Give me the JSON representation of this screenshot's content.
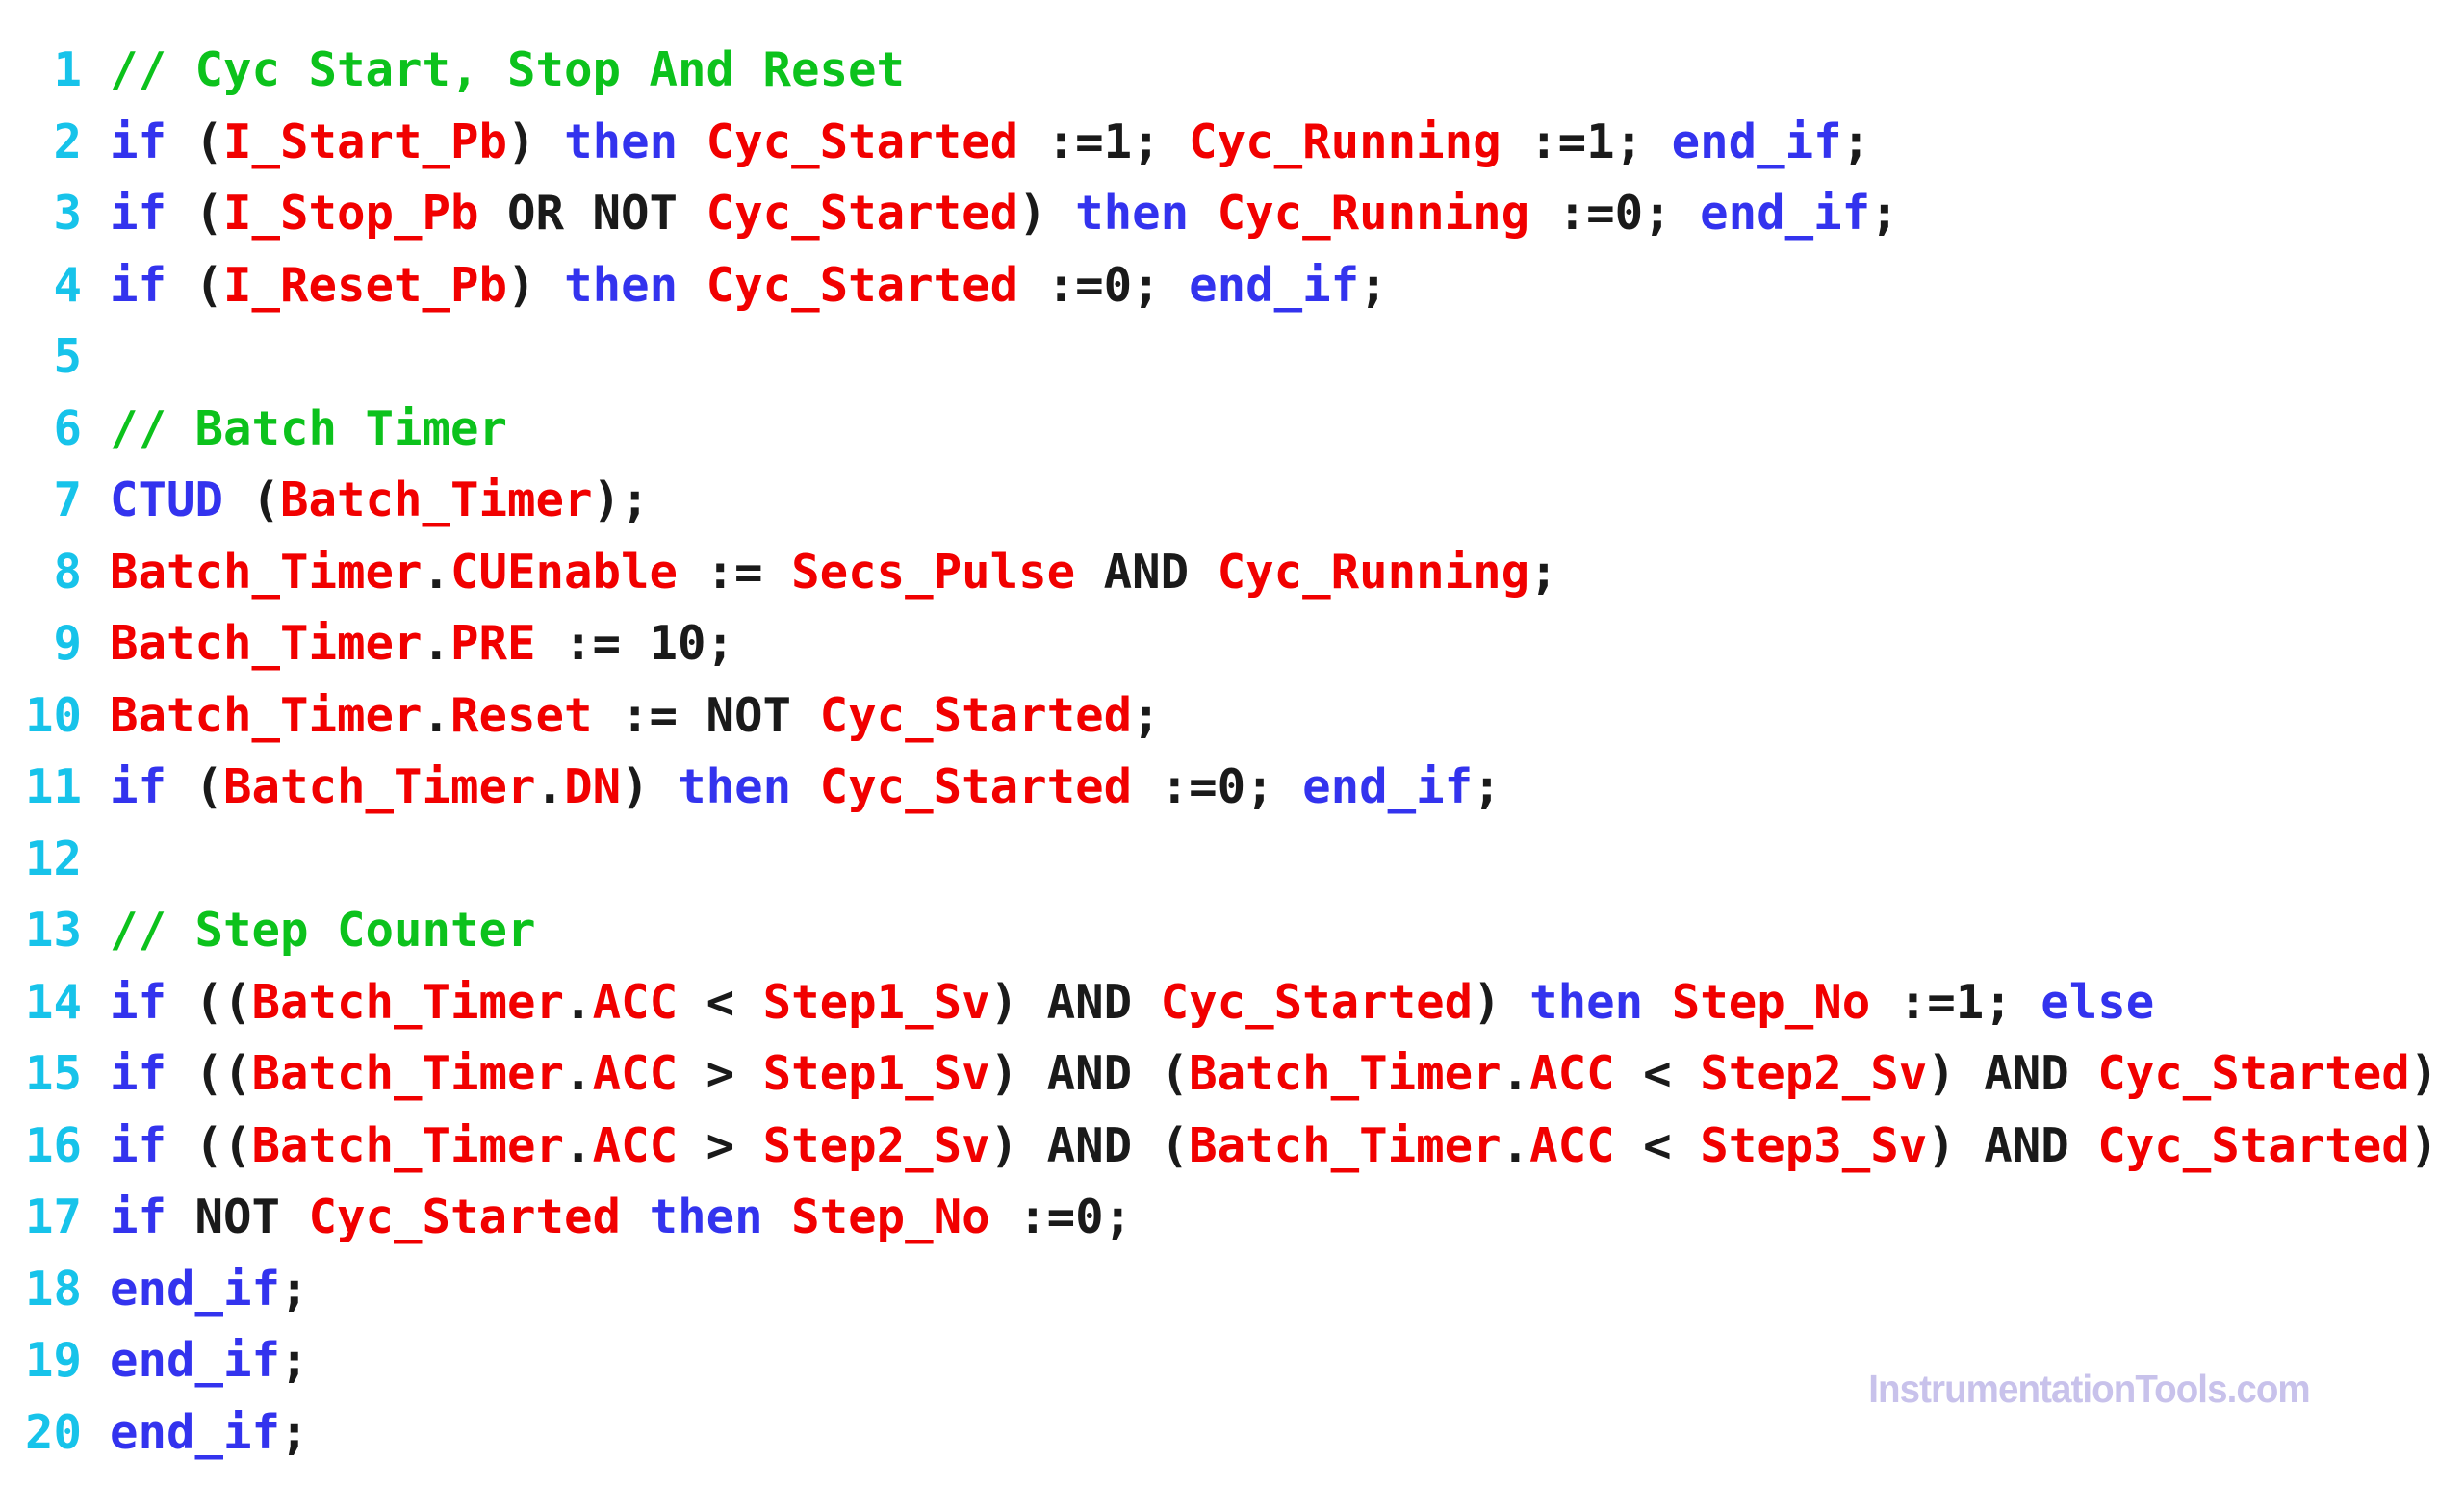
{
  "watermark": {
    "text": "InstrumentationTools.com"
  },
  "colors": {
    "background": "#ffffff",
    "line_number": "#17c3ea",
    "keyword": "#3333ee",
    "variable": "#f10000",
    "comment": "#0cc21c",
    "plain": "#1a1a1a",
    "watermark": "#c8c2eb"
  },
  "code": {
    "language": "structured-text",
    "lines": [
      {
        "num": "1",
        "tokens": [
          {
            "text": "// Cyc Start, Stop And Reset",
            "type": "comment"
          }
        ]
      },
      {
        "num": "2",
        "tokens": [
          {
            "text": "if",
            "type": "keyword"
          },
          {
            "text": " (",
            "type": "plain"
          },
          {
            "text": "I_Start_Pb",
            "type": "variable"
          },
          {
            "text": ") ",
            "type": "plain"
          },
          {
            "text": "then",
            "type": "keyword"
          },
          {
            "text": " ",
            "type": "plain"
          },
          {
            "text": "Cyc_Started",
            "type": "variable"
          },
          {
            "text": " :=1; ",
            "type": "plain"
          },
          {
            "text": "Cyc_Running",
            "type": "variable"
          },
          {
            "text": " :=1; ",
            "type": "plain"
          },
          {
            "text": "end_if",
            "type": "keyword"
          },
          {
            "text": ";",
            "type": "plain"
          }
        ]
      },
      {
        "num": "3",
        "tokens": [
          {
            "text": "if",
            "type": "keyword"
          },
          {
            "text": " (",
            "type": "plain"
          },
          {
            "text": "I_Stop_Pb",
            "type": "variable"
          },
          {
            "text": " OR NOT ",
            "type": "plain"
          },
          {
            "text": "Cyc_Started",
            "type": "variable"
          },
          {
            "text": ") ",
            "type": "plain"
          },
          {
            "text": "then",
            "type": "keyword"
          },
          {
            "text": " ",
            "type": "plain"
          },
          {
            "text": "Cyc_Running",
            "type": "variable"
          },
          {
            "text": " :=0; ",
            "type": "plain"
          },
          {
            "text": "end_if",
            "type": "keyword"
          },
          {
            "text": ";",
            "type": "plain"
          }
        ]
      },
      {
        "num": "4",
        "tokens": [
          {
            "text": "if",
            "type": "keyword"
          },
          {
            "text": " (",
            "type": "plain"
          },
          {
            "text": "I_Reset_Pb",
            "type": "variable"
          },
          {
            "text": ") ",
            "type": "plain"
          },
          {
            "text": "then",
            "type": "keyword"
          },
          {
            "text": " ",
            "type": "plain"
          },
          {
            "text": "Cyc_Started",
            "type": "variable"
          },
          {
            "text": " :=0; ",
            "type": "plain"
          },
          {
            "text": "end_if",
            "type": "keyword"
          },
          {
            "text": ";",
            "type": "plain"
          }
        ]
      },
      {
        "num": "5",
        "tokens": []
      },
      {
        "num": "6",
        "tokens": [
          {
            "text": "// Batch Timer",
            "type": "comment"
          }
        ]
      },
      {
        "num": "7",
        "tokens": [
          {
            "text": "CTUD",
            "type": "keyword"
          },
          {
            "text": " (",
            "type": "plain"
          },
          {
            "text": "Batch_Timer",
            "type": "variable"
          },
          {
            "text": ");",
            "type": "plain"
          }
        ]
      },
      {
        "num": "8",
        "tokens": [
          {
            "text": "Batch_Timer",
            "type": "variable"
          },
          {
            "text": ".",
            "type": "plain"
          },
          {
            "text": "CUEnable",
            "type": "variable"
          },
          {
            "text": " := ",
            "type": "plain"
          },
          {
            "text": "Secs_Pulse",
            "type": "variable"
          },
          {
            "text": " AND ",
            "type": "plain"
          },
          {
            "text": "Cyc_Running",
            "type": "variable"
          },
          {
            "text": ";",
            "type": "plain"
          }
        ]
      },
      {
        "num": "9",
        "tokens": [
          {
            "text": "Batch_Timer",
            "type": "variable"
          },
          {
            "text": ".",
            "type": "plain"
          },
          {
            "text": "PRE",
            "type": "variable"
          },
          {
            "text": " := 10;",
            "type": "plain"
          }
        ]
      },
      {
        "num": "10",
        "tokens": [
          {
            "text": "Batch_Timer",
            "type": "variable"
          },
          {
            "text": ".",
            "type": "plain"
          },
          {
            "text": "Reset",
            "type": "variable"
          },
          {
            "text": " := NOT ",
            "type": "plain"
          },
          {
            "text": "Cyc_Started",
            "type": "variable"
          },
          {
            "text": ";",
            "type": "plain"
          }
        ]
      },
      {
        "num": "11",
        "tokens": [
          {
            "text": "if",
            "type": "keyword"
          },
          {
            "text": " (",
            "type": "plain"
          },
          {
            "text": "Batch_Timer",
            "type": "variable"
          },
          {
            "text": ".",
            "type": "plain"
          },
          {
            "text": "DN",
            "type": "variable"
          },
          {
            "text": ") ",
            "type": "plain"
          },
          {
            "text": "then",
            "type": "keyword"
          },
          {
            "text": " ",
            "type": "plain"
          },
          {
            "text": "Cyc_Started",
            "type": "variable"
          },
          {
            "text": " :=0; ",
            "type": "plain"
          },
          {
            "text": "end_if",
            "type": "keyword"
          },
          {
            "text": ";",
            "type": "plain"
          }
        ]
      },
      {
        "num": "12",
        "tokens": []
      },
      {
        "num": "13",
        "tokens": [
          {
            "text": "// Step Counter",
            "type": "comment"
          }
        ]
      },
      {
        "num": "14",
        "tokens": [
          {
            "text": "if",
            "type": "keyword"
          },
          {
            "text": " ((",
            "type": "plain"
          },
          {
            "text": "Batch_Timer",
            "type": "variable"
          },
          {
            "text": ".",
            "type": "plain"
          },
          {
            "text": "ACC",
            "type": "variable"
          },
          {
            "text": " < ",
            "type": "plain"
          },
          {
            "text": "Step1_Sv",
            "type": "variable"
          },
          {
            "text": ") AND ",
            "type": "plain"
          },
          {
            "text": "Cyc_Started",
            "type": "variable"
          },
          {
            "text": ") ",
            "type": "plain"
          },
          {
            "text": "then",
            "type": "keyword"
          },
          {
            "text": " ",
            "type": "plain"
          },
          {
            "text": "Step_No",
            "type": "variable"
          },
          {
            "text": " :=1; ",
            "type": "plain"
          },
          {
            "text": "else",
            "type": "keyword"
          }
        ]
      },
      {
        "num": "15",
        "tokens": [
          {
            "text": "if",
            "type": "keyword"
          },
          {
            "text": " ((",
            "type": "plain"
          },
          {
            "text": "Batch_Timer",
            "type": "variable"
          },
          {
            "text": ".",
            "type": "plain"
          },
          {
            "text": "ACC",
            "type": "variable"
          },
          {
            "text": " > ",
            "type": "plain"
          },
          {
            "text": "Step1_Sv",
            "type": "variable"
          },
          {
            "text": ") AND (",
            "type": "plain"
          },
          {
            "text": "Batch_Timer",
            "type": "variable"
          },
          {
            "text": ".",
            "type": "plain"
          },
          {
            "text": "ACC",
            "type": "variable"
          },
          {
            "text": " < ",
            "type": "plain"
          },
          {
            "text": "Step2_Sv",
            "type": "variable"
          },
          {
            "text": ") AND ",
            "type": "plain"
          },
          {
            "text": "Cyc_Started",
            "type": "variable"
          },
          {
            "text": ")",
            "type": "plain"
          }
        ]
      },
      {
        "num": "16",
        "tokens": [
          {
            "text": "if",
            "type": "keyword"
          },
          {
            "text": " ((",
            "type": "plain"
          },
          {
            "text": "Batch_Timer",
            "type": "variable"
          },
          {
            "text": ".",
            "type": "plain"
          },
          {
            "text": "ACC",
            "type": "variable"
          },
          {
            "text": " > ",
            "type": "plain"
          },
          {
            "text": "Step2_Sv",
            "type": "variable"
          },
          {
            "text": ") AND (",
            "type": "plain"
          },
          {
            "text": "Batch_Timer",
            "type": "variable"
          },
          {
            "text": ".",
            "type": "plain"
          },
          {
            "text": "ACC",
            "type": "variable"
          },
          {
            "text": " < ",
            "type": "plain"
          },
          {
            "text": "Step3_Sv",
            "type": "variable"
          },
          {
            "text": ") AND ",
            "type": "plain"
          },
          {
            "text": "Cyc_Started",
            "type": "variable"
          },
          {
            "text": ")",
            "type": "plain"
          }
        ]
      },
      {
        "num": "17",
        "tokens": [
          {
            "text": "if",
            "type": "keyword"
          },
          {
            "text": " NOT ",
            "type": "plain"
          },
          {
            "text": "Cyc_Started",
            "type": "variable"
          },
          {
            "text": " ",
            "type": "plain"
          },
          {
            "text": "then",
            "type": "keyword"
          },
          {
            "text": " ",
            "type": "plain"
          },
          {
            "text": "Step_No",
            "type": "variable"
          },
          {
            "text": " :=0;",
            "type": "plain"
          }
        ]
      },
      {
        "num": "18",
        "tokens": [
          {
            "text": "end_if",
            "type": "keyword"
          },
          {
            "text": ";",
            "type": "plain"
          }
        ]
      },
      {
        "num": "19",
        "tokens": [
          {
            "text": "end_if",
            "type": "keyword"
          },
          {
            "text": ";",
            "type": "plain"
          }
        ]
      },
      {
        "num": "20",
        "tokens": [
          {
            "text": "end_if",
            "type": "keyword"
          },
          {
            "text": ";",
            "type": "plain"
          }
        ]
      }
    ]
  }
}
